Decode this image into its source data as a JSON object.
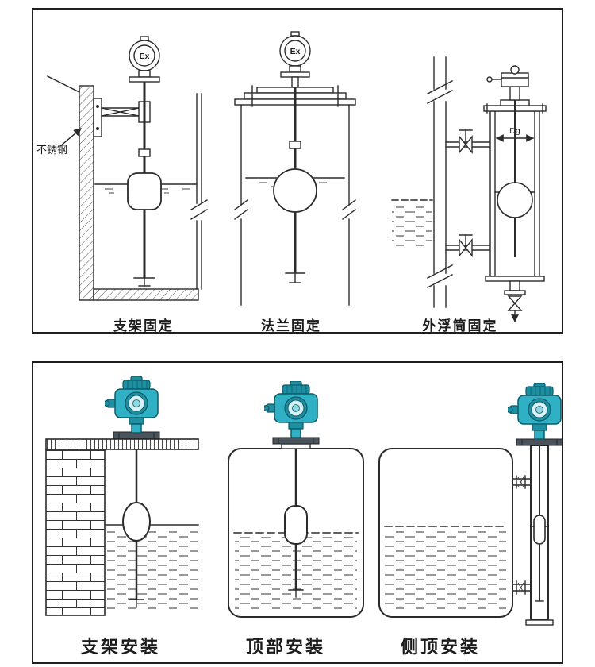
{
  "top_panel": {
    "captions": [
      "支架固定",
      "法兰固定",
      "外浮筒固定"
    ],
    "annotations": {
      "stainless_steel": "不锈钢",
      "ex_marking": "Ex",
      "dg_marking": "Dg"
    }
  },
  "bottom_panel": {
    "captions": [
      "支架安装",
      "顶部安装",
      "侧顶安装"
    ]
  },
  "colors": {
    "line": "#2b2b2b",
    "transmitter_teal": "#2fb0c4",
    "transmitter_mid": "#1d8fa0",
    "transmitter_dark": "#0e5a68",
    "transmitter_light": "#d7f0f4"
  }
}
